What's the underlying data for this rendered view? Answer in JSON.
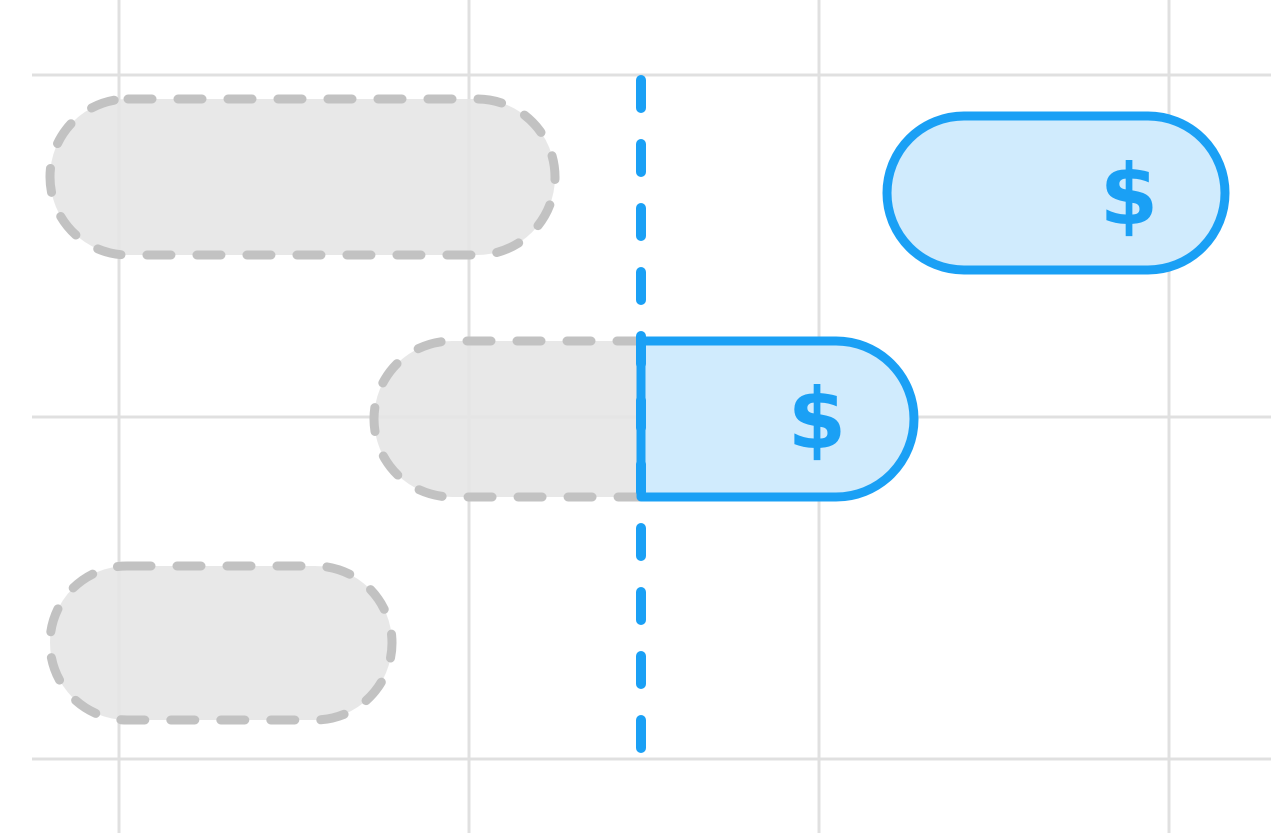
{
  "colors": {
    "accent": "#1aa0f5",
    "accent_fill": "#d0ebfd",
    "placeholder_fill": "#e5e5e5",
    "placeholder_stroke": "#c2c2c2",
    "grid": "#e0e0e0",
    "background": "#ffffff"
  },
  "timeline": {
    "marker": "current-time-marker",
    "bars": [
      {
        "id": "row1-placeholder",
        "style": "placeholder"
      },
      {
        "id": "row1-paid",
        "style": "active",
        "icon": "dollar-icon",
        "icon_text": "$"
      },
      {
        "id": "row2-placeholder",
        "style": "placeholder"
      },
      {
        "id": "row2-paid",
        "style": "active",
        "icon": "dollar-icon",
        "icon_text": "$"
      },
      {
        "id": "row3-placeholder",
        "style": "placeholder"
      }
    ]
  }
}
